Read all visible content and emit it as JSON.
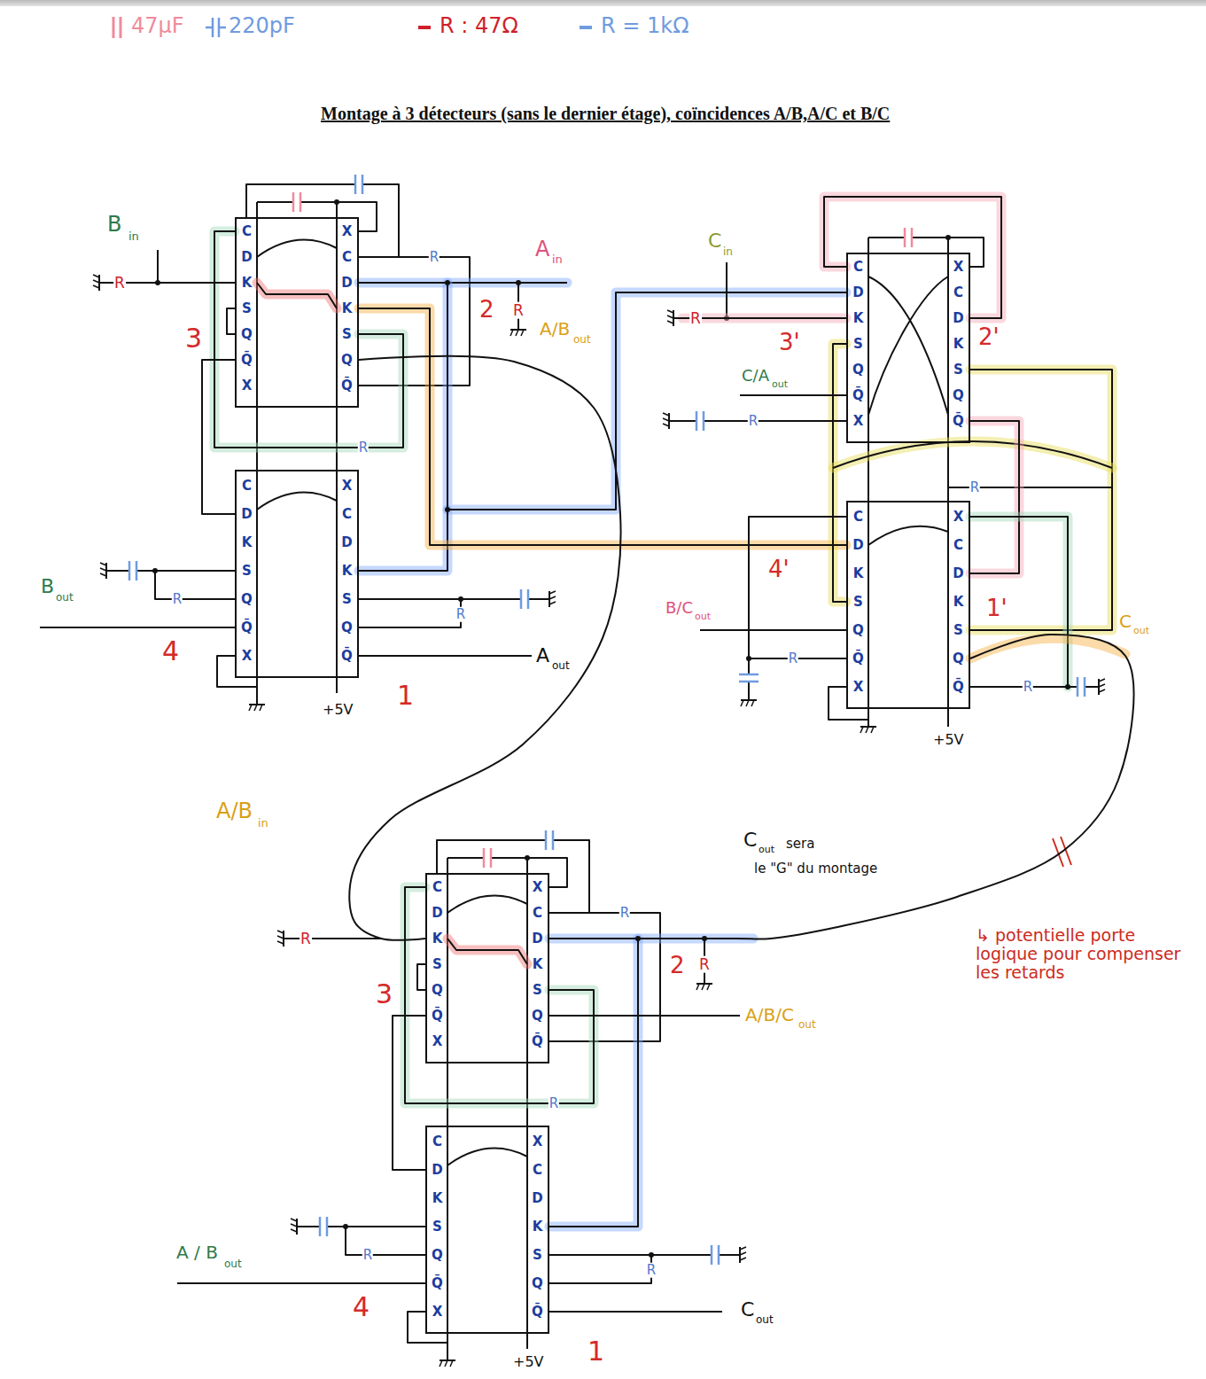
{
  "diagram": {
    "title": "Montage à 3 détecteurs (sans le dernier étage), coïncidences A/B,A/C et B/C",
    "nodes": [
      {
        "text": [
          "C",
          "D",
          "K",
          "S",
          "Q",
          "Q̄",
          "X",
          "X",
          "C",
          "D",
          "K",
          "S",
          "Q",
          "Q̄"
        ]
      },
      {
        "text": [
          "C",
          "D",
          "K",
          "S",
          "Q",
          "Q̄",
          "X",
          "X",
          "C",
          "D",
          "K",
          "S",
          "Q",
          "Q̄"
        ]
      },
      {
        "text": [
          "C",
          "D",
          "K",
          "S",
          "Q",
          "Q̄",
          "X",
          "X",
          "C",
          "D",
          "K",
          "S",
          "Q",
          "Q̄"
        ]
      },
      {
        "text": [
          "C",
          "D",
          "K",
          "S",
          "Q",
          "Q̄",
          "X",
          "X",
          "C",
          "D",
          "K",
          "S",
          "Q",
          "Q̄"
        ]
      },
      {
        "text": [
          "C",
          "D",
          "K",
          "S",
          "Q",
          "Q̄",
          "X",
          "X",
          "C",
          "D",
          "K",
          "S",
          "Q",
          "Q̄"
        ]
      },
      {
        "text": [
          "C",
          "D",
          "K",
          "S",
          "Q",
          "Q̄",
          "X",
          "X",
          "C",
          "D",
          "K",
          "S",
          "Q",
          "Q̄"
        ]
      }
    ],
    "edges": [
      {
        "from": 0,
        "to": 2,
        "arrow": "none"
      },
      {
        "from": 0,
        "to": 3,
        "arrow": "none"
      },
      {
        "from": 0,
        "to": 4,
        "arrow": "none"
      },
      {
        "from": 3,
        "to": 4,
        "arrow": "none"
      }
    ],
    "labels": [
      "3",
      "2",
      "4",
      "1",
      "3'",
      "2'",
      "4'",
      "1'",
      "3",
      "2",
      "4",
      "1",
      "B",
      "in",
      "A",
      "in",
      "A/B",
      "out",
      "C",
      "in",
      "C/A",
      "out",
      "B/C",
      "out",
      "C",
      "out",
      "A",
      "out",
      "B",
      "out",
      "A/B",
      "in",
      "A/B/C",
      "out",
      "A / B",
      "out",
      "C",
      "out",
      "C",
      "out",
      "sera",
      "le \"G\" du montage",
      "↳ potentielle porte logique pour compenser les retards",
      "R",
      "R",
      "R",
      "R",
      "R",
      "R",
      "R",
      "R",
      "R",
      "R",
      "R",
      "R",
      "R",
      "R",
      "R",
      "R",
      "R",
      "+5V",
      "+5V",
      "+5V"
    ],
    "legend": [
      {
        "text": "47µF",
        "color": "#f08a9c"
      },
      {
        "text": "220pF",
        "color": "#6f9be0"
      },
      {
        "text": "R : 47Ω",
        "color": "#d01f2b"
      },
      {
        "text": "R = 1kΩ",
        "color": "#6f9be0"
      }
    ]
  }
}
